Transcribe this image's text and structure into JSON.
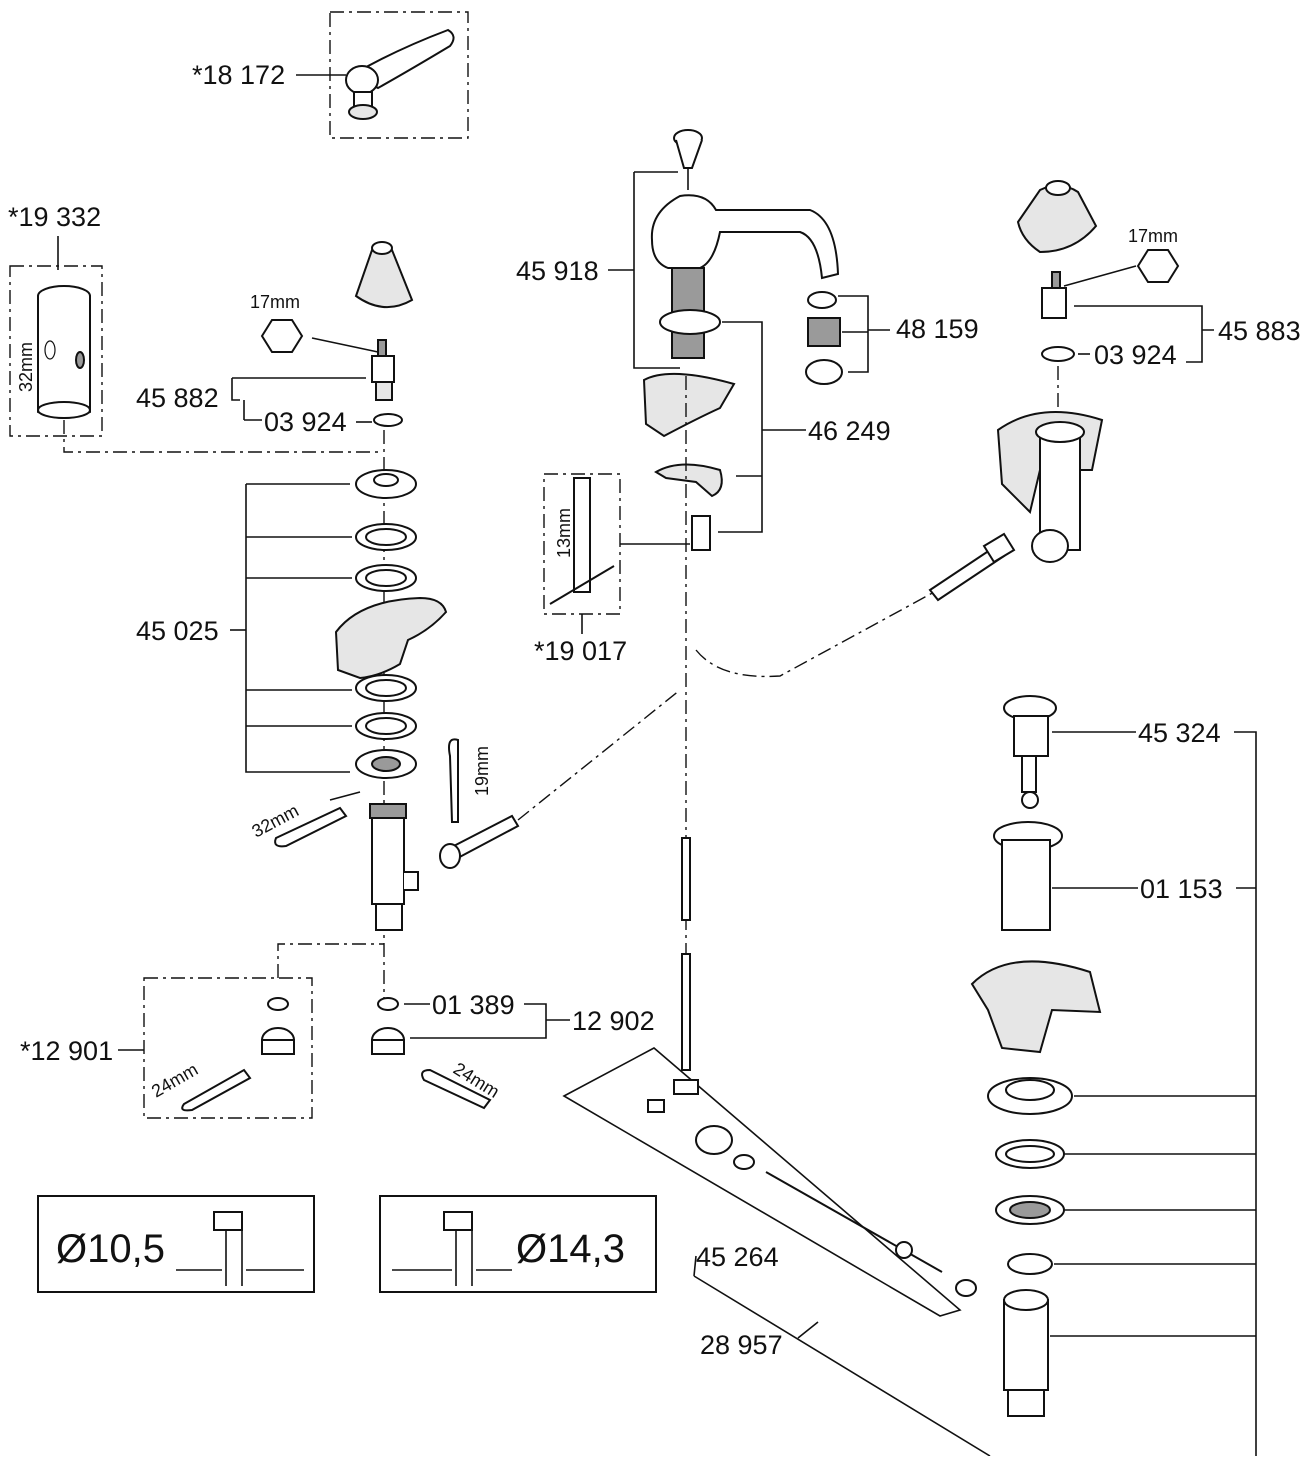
{
  "parts": {
    "p18172": "*18 172",
    "p19332": "*19 332",
    "p45882": "45 882",
    "p03924a": "03 924",
    "p45025": "45 025",
    "p45918": "45 918",
    "p48159": "48 159",
    "p46249": "46 249",
    "p45883": "45 883",
    "p03924b": "03 924",
    "p19017": "*19 017",
    "p45324": "45 324",
    "p01153": "01 153",
    "p01389": "01 389",
    "p12902": "12 902",
    "p12901": "*12 901",
    "p45264": "45 264",
    "p28957": "28 957"
  },
  "dims": {
    "hex17a": "17mm",
    "hex17b": "17mm",
    "len32": "32mm",
    "len13": "13mm",
    "wrench32": "32mm",
    "wrench19": "19mm",
    "wrench24a": "24mm",
    "wrench24b": "24mm"
  },
  "diameters": {
    "left": "Ø10,5",
    "right": "Ø14,3"
  }
}
